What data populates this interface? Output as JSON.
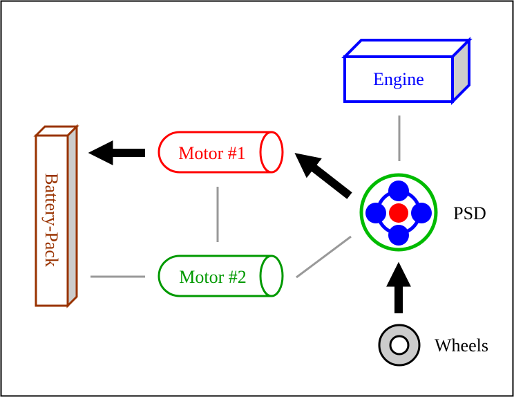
{
  "labels": {
    "engine": "Engine",
    "motor1": "Motor #1",
    "motor2": "Motor #2",
    "battery": "Battery-Pack",
    "psd": "PSD",
    "wheels": "Wheels"
  },
  "colors": {
    "engine": "#0000ff",
    "motor1": "#ff0000",
    "motor2": "#009900",
    "battery": "#993300",
    "psd_ring": "#00bb00",
    "psd_gears": "#0000ff",
    "psd_center": "#ff0000",
    "connector": "#999999",
    "arrow": "#000000",
    "side_fill": "#cccccc"
  }
}
